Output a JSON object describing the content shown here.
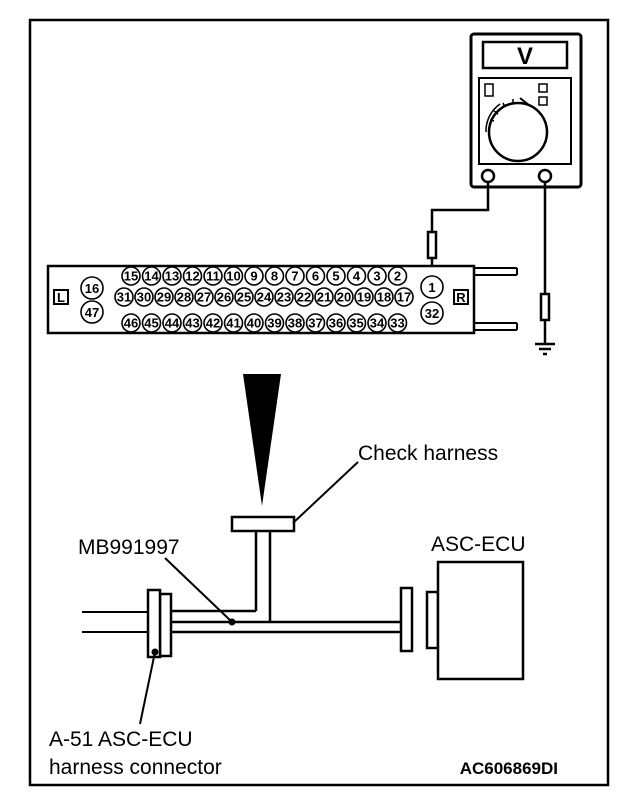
{
  "meter": {
    "display": "V"
  },
  "connector": {
    "left_tag": "L",
    "right_tag": "R",
    "left_pins": [
      "16",
      "47"
    ],
    "right_pins": [
      "1",
      "32"
    ],
    "row1": [
      "15",
      "14",
      "13",
      "12",
      "11",
      "10",
      "9",
      "8",
      "7",
      "6",
      "5",
      "4",
      "3",
      "2"
    ],
    "row2": [
      "31",
      "30",
      "29",
      "28",
      "27",
      "26",
      "25",
      "24",
      "23",
      "22",
      "21",
      "20",
      "19",
      "18",
      "17"
    ],
    "row3": [
      "46",
      "45",
      "44",
      "43",
      "42",
      "41",
      "40",
      "39",
      "38",
      "37",
      "36",
      "35",
      "34",
      "33"
    ]
  },
  "labels": {
    "check_harness": "Check harness",
    "tool": "MB991997",
    "ecu": "ASC-ECU",
    "harness_line1": "A-51 ASC-ECU",
    "harness_line2": "harness connector",
    "figure_code": "AC606869DI"
  }
}
